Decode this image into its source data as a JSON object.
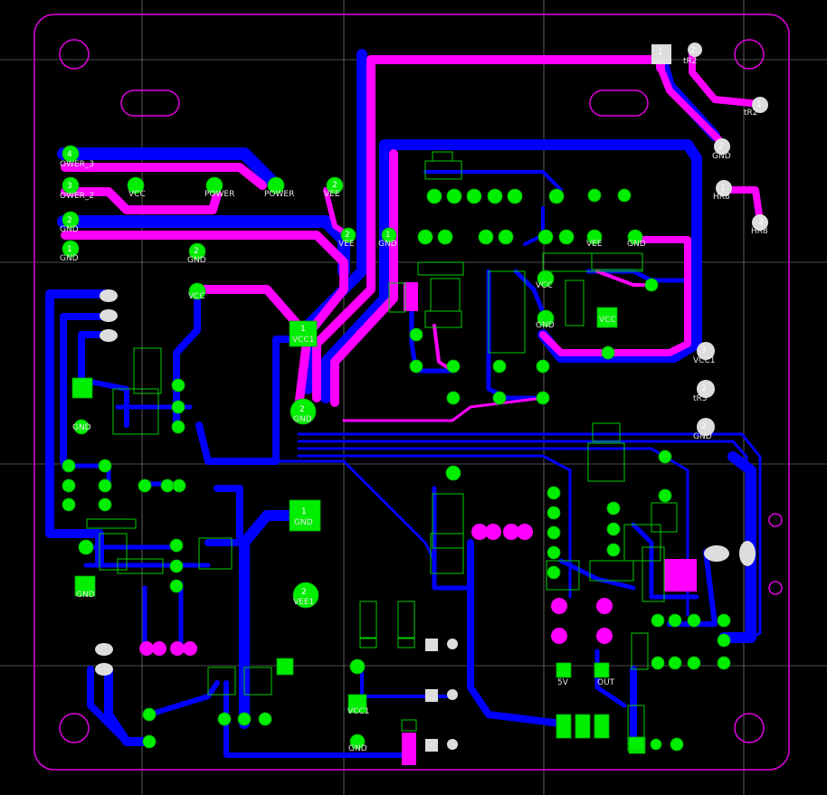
{
  "pads": {
    "p1_gnd": {
      "num": "1",
      "net": "GND"
    },
    "p2_tr2": {
      "num": "2",
      "net": "tR2"
    },
    "p4_power": {
      "num": "4",
      "net": "OWER_3"
    },
    "p3_power": {
      "num": "3",
      "net": "OWER_2"
    },
    "p2_gnd_left": {
      "num": "2",
      "net": "GND"
    },
    "p1_gnd_left": {
      "num": "1",
      "net": "GND"
    },
    "p1_vcc1": {
      "num": "1",
      "net": "VCC1"
    },
    "p2_gnd_mid": {
      "num": "2",
      "net": "GND"
    },
    "p1_gnd_mid": {
      "num": "1",
      "net": "GND"
    },
    "p2_vee1": {
      "num": "2",
      "net": "VEE1"
    },
    "p3_vcc1_right": {
      "num": "3",
      "net": "VCC1"
    },
    "p2_tr3": {
      "num": "2",
      "net": "tR3"
    },
    "p2_gnd_right": {
      "num": "2",
      "net": "GND"
    },
    "p1_tr2_right": {
      "num": "1",
      "net": "tR2"
    },
    "p2_gnd_r2": {
      "num": "2",
      "net": "GND"
    },
    "p1_hr8": {
      "num": "1",
      "net": "HR8"
    },
    "p2_hr8": {
      "num": "2",
      "net": "HR8"
    },
    "p2_vee_top": {
      "num": "2",
      "net": "VEE"
    },
    "p2_vee2": {
      "num": "2",
      "net": "VEE"
    },
    "p1_gnd_top": {
      "num": "1",
      "net": "GND"
    },
    "p2_gnd_r3": {
      "num": "2",
      "net": "GND"
    }
  },
  "labels": {
    "vcc": "VCC",
    "power": "POWER",
    "gnd": "GND",
    "vee": "VEE",
    "s5v": "5V",
    "out": "OUT",
    "vcc1": "VCC1"
  },
  "colors": {
    "top": "#ff00ff",
    "bottom": "#0000ff",
    "pad": "#00ee00",
    "outline": "#e000e0",
    "grid": "#9a9a9a"
  }
}
